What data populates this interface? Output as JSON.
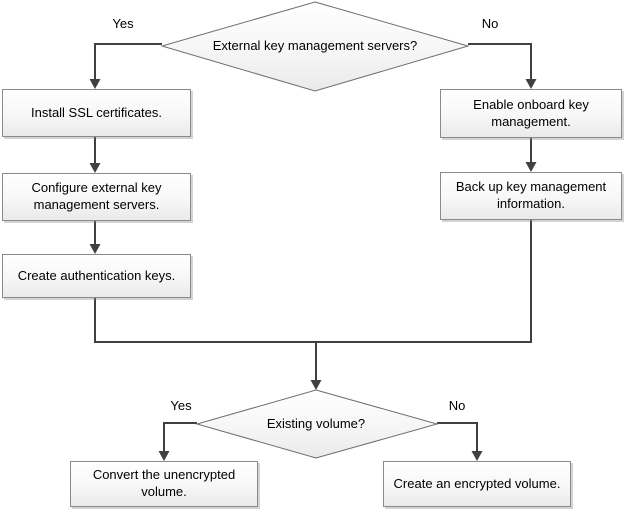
{
  "diagram": {
    "type": "flowchart",
    "nodes": {
      "decision_external_kms": "External key management servers?",
      "install_ssl_certificates": "Install SSL certificates.",
      "configure_external_key_servers": "Configure external key management servers.",
      "create_authentication_keys": "Create authentication keys.",
      "enable_onboard_key_management": "Enable onboard key management.",
      "back_up_key_management_info": "Back up key management information.",
      "decision_existing_volume": "Existing volume?",
      "convert_unencrypted_volume": "Convert the unencrypted volume.",
      "create_encrypted_volume": "Create an encrypted volume."
    },
    "branch_labels": {
      "external_yes": "Yes",
      "external_no": "No",
      "volume_yes": "Yes",
      "volume_no": "No"
    },
    "edges": [
      {
        "from": "decision_external_kms",
        "to": "install_ssl_certificates",
        "label": "Yes"
      },
      {
        "from": "decision_external_kms",
        "to": "enable_onboard_key_management",
        "label": "No"
      },
      {
        "from": "install_ssl_certificates",
        "to": "configure_external_key_servers",
        "label": ""
      },
      {
        "from": "configure_external_key_servers",
        "to": "create_authentication_keys",
        "label": ""
      },
      {
        "from": "enable_onboard_key_management",
        "to": "back_up_key_management_info",
        "label": ""
      },
      {
        "from": "create_authentication_keys",
        "to": "decision_existing_volume",
        "label": ""
      },
      {
        "from": "back_up_key_management_info",
        "to": "decision_existing_volume",
        "label": ""
      },
      {
        "from": "decision_existing_volume",
        "to": "convert_unencrypted_volume",
        "label": "Yes"
      },
      {
        "from": "decision_existing_volume",
        "to": "create_encrypted_volume",
        "label": "No"
      }
    ],
    "colors": {
      "connector": "#404040",
      "node_border": "#8a8a8a",
      "node_fill_top": "#ffffff",
      "node_fill_bottom": "#eaeaea",
      "diamond_border": "#6e6e6e",
      "text": "#000000"
    }
  }
}
